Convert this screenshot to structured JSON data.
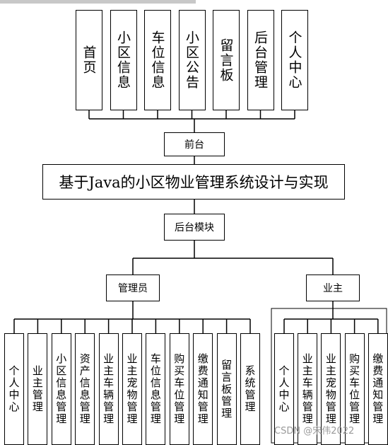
{
  "top_modules": [
    "首页",
    "小区信息",
    "车位信息",
    "小区公告",
    "留言板",
    "后台管理",
    "个人中心"
  ],
  "frontend_label": "前台",
  "system_title": "基于Java的小区物业管理系统设计与实现",
  "backend_label": "后台模块",
  "admin_label": "管理员",
  "owner_label": "业主",
  "admin_modules": [
    "个人中心",
    "业主管理",
    "小区信息管理",
    "资产信息管理",
    "业主车辆管理",
    "业主宠物管理",
    "车位信息管理",
    "购买车位管理",
    "缴费通知管理",
    "留言板管理",
    "系统管理"
  ],
  "owner_modules": [
    "个人中心",
    "业主车辆管理",
    "业主宠物管理",
    "购买车位管理",
    "缴费通知管理"
  ],
  "watermark": "CSDN @宋伟2022"
}
